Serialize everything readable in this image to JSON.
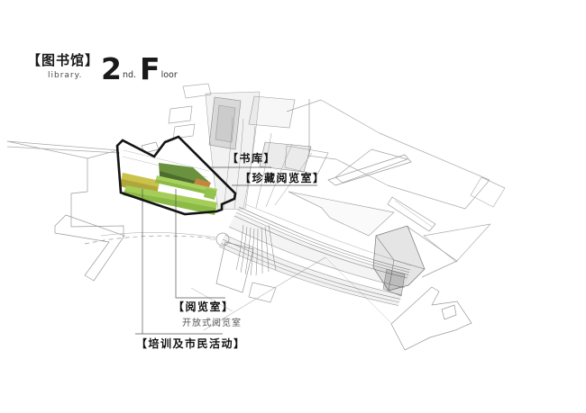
{
  "title": {
    "cjk": "【图书馆】",
    "sub": "library.",
    "floor_big_1": "2",
    "floor_small_1": "nd.",
    "floor_big_2": "F",
    "floor_small_2": "loor"
  },
  "labels": {
    "book_stack": "【书库】",
    "rare_reading": "【珍藏阅览室】",
    "reading_room": "【阅览室】",
    "reading_room_sub": "开放式阅览室",
    "training": "【培训及市民活动】"
  },
  "colors": {
    "outline_black": "#141414",
    "dark_green_top": "#6a913d",
    "dark_green_front": "#4c6d2e",
    "orange": "#c5853f",
    "strip_green_top": "#a8d15c",
    "strip_green_front": "#8dbb47",
    "strip2_green_top": "#a4ce57",
    "strip2_green_front": "#8cba46",
    "yellow_top": "#cbc24b",
    "yellow_front": "#b0a63c",
    "endcap_green": "#93c24e"
  }
}
